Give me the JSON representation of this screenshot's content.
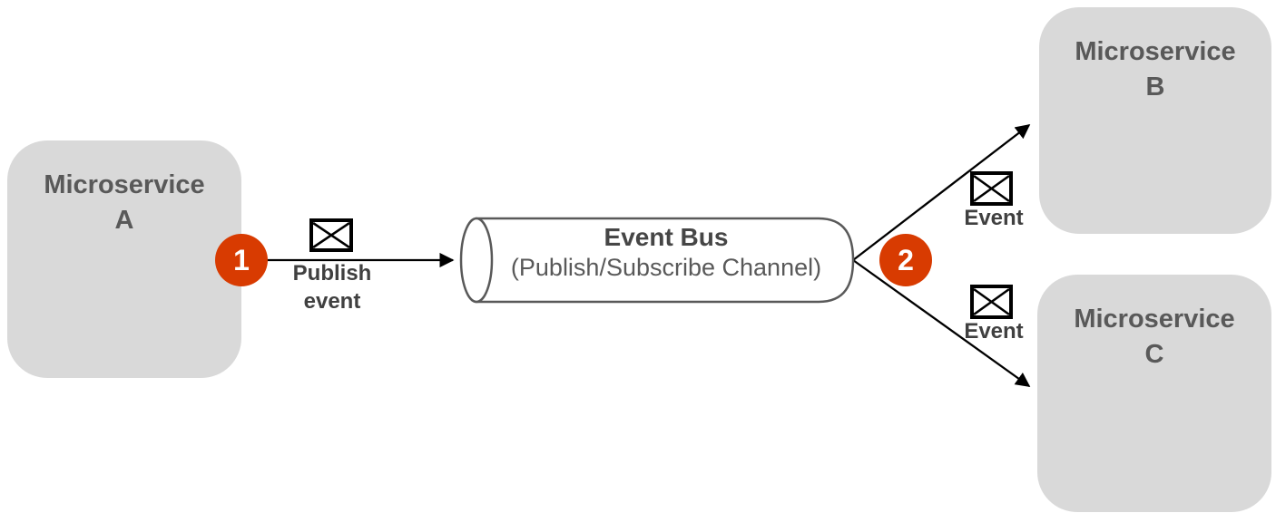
{
  "diagram": {
    "type": "event-driven microservices pub/sub diagram",
    "nodes": {
      "microservice_a": {
        "line1": "Microservice",
        "line2": "A"
      },
      "microservice_b": {
        "line1": "Microservice",
        "line2": "B"
      },
      "microservice_c": {
        "line1": "Microservice",
        "line2": "C"
      }
    },
    "event_bus": {
      "title": "Event Bus",
      "subtitle": "(Publish/Subscribe Channel)"
    },
    "steps": {
      "step1": {
        "number": "1",
        "label": "Publish event"
      },
      "step2": {
        "number": "2"
      }
    },
    "edges": {
      "to_b": {
        "label": "Event"
      },
      "to_c": {
        "label": "Event"
      }
    },
    "icons": {
      "envelope": "envelope-icon"
    },
    "colors": {
      "node_fill": "#d9d9d9",
      "node_text": "#595959",
      "accent": "#d83b01",
      "line": "#000000",
      "cylinder_stroke": "#595959",
      "background": "#ffffff"
    }
  }
}
